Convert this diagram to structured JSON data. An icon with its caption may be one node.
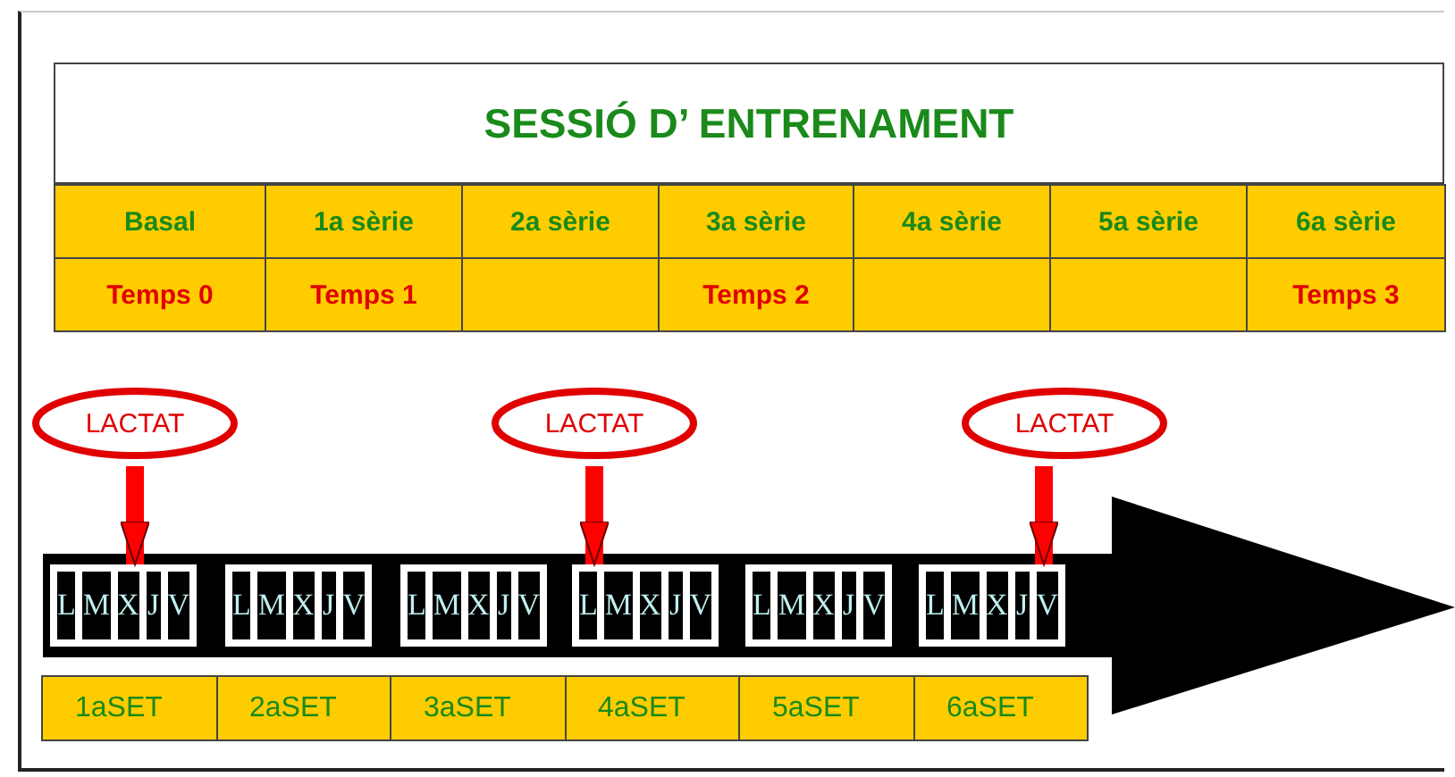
{
  "diagram": {
    "title": "SESSIÓ D’ ENTRENAMENT",
    "nodes": [
      {
        "text": [
          "LACTAT"
        ]
      },
      {
        "text": [
          "LACTAT"
        ]
      },
      {
        "text": [
          "LACTAT"
        ]
      },
      {
        "text": [],
        "shape": "arrow"
      },
      {
        "text": [
          "L",
          "M",
          "X",
          "J",
          "V"
        ],
        "in": 3
      },
      {
        "text": [
          "L",
          "M",
          "X",
          "J",
          "V"
        ],
        "in": 3
      },
      {
        "text": [
          "L",
          "M",
          "X",
          "J",
          "V"
        ],
        "in": 3
      },
      {
        "text": [
          "L",
          "M",
          "X",
          "J",
          "V"
        ],
        "in": 3
      },
      {
        "text": [
          "L",
          "M",
          "X",
          "J",
          "V"
        ],
        "in": 3
      },
      {
        "text": [
          "L",
          "M",
          "X",
          "J",
          "V"
        ],
        "in": 3
      }
    ],
    "edges": [
      {
        "from": 0,
        "to": 4,
        "arrow": "to"
      },
      {
        "from": 1,
        "to": 7,
        "arrow": "to"
      },
      {
        "from": 2,
        "to": 9,
        "arrow": "to"
      }
    ],
    "labels": [
      "Basal",
      "1a sèrie",
      "2a sèrie",
      "3a sèrie",
      "4a sèrie",
      "5a sèrie",
      "6a sèrie",
      "Temps 0",
      "Temps 1",
      "Temps 2",
      "Temps 3",
      "1aSET",
      "2aSET",
      "3aSET",
      "4aSET",
      "5aSET",
      "6aSET"
    ]
  }
}
